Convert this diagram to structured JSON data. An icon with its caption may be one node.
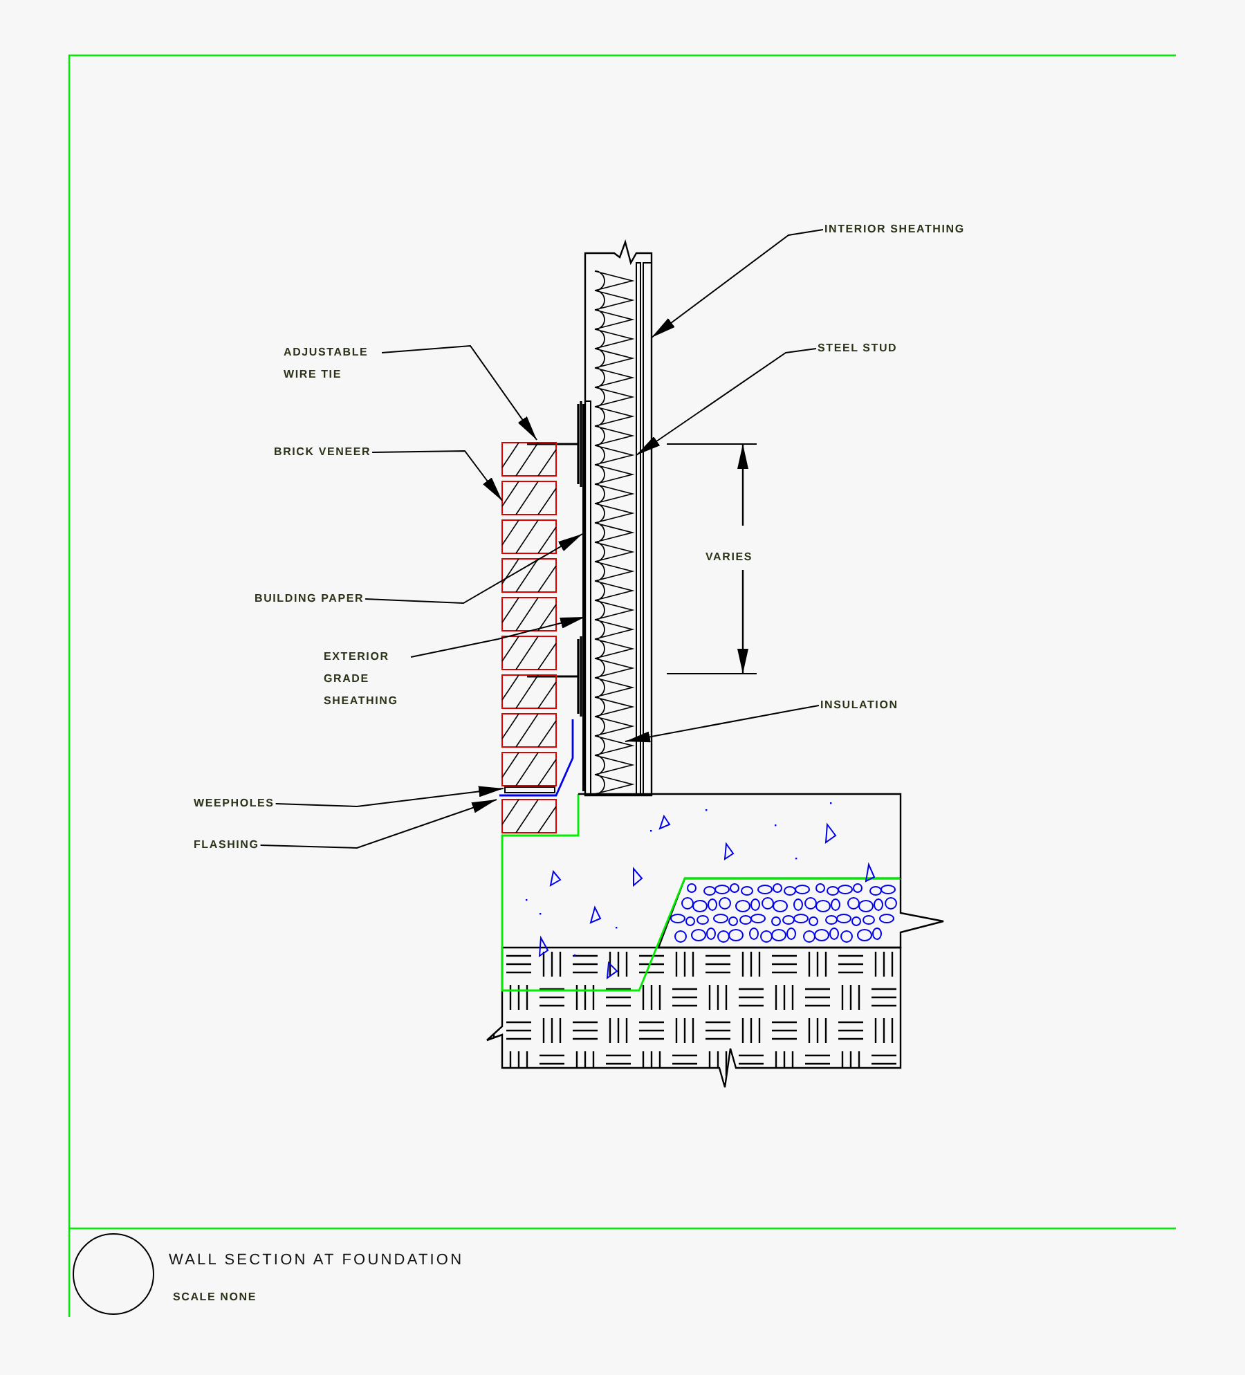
{
  "diagram": {
    "title": "WALL SECTION AT FOUNDATION",
    "nodes": [
      {
        "text": [
          "ADJUSTABLE WIRE TIE"
        ]
      },
      {
        "text": [
          "BRICK VENEER"
        ]
      },
      {
        "text": [
          "BUILDING PAPER"
        ]
      },
      {
        "text": [
          "EXTERIOR GRADE SHEATHING"
        ]
      },
      {
        "text": [
          "WEEPHOLES"
        ]
      },
      {
        "text": [
          "FLASHING"
        ]
      },
      {
        "text": [
          "INTERIOR SHEATHING"
        ]
      },
      {
        "text": [
          "STEEL STUD"
        ]
      },
      {
        "text": [
          "INSULATION"
        ]
      },
      {
        "text": [],
        "shape": "bar"
      },
      {
        "text": [],
        "shape": "box"
      },
      {
        "text": [],
        "shape": "bar"
      },
      {
        "text": [],
        "shape": "bar"
      },
      {
        "text": [],
        "shape": "bar"
      },
      {
        "text": [],
        "shape": "bar"
      },
      {
        "text": [],
        "shape": "bar"
      },
      {
        "text": [],
        "shape": "bar"
      },
      {
        "text": [],
        "shape": "bar"
      }
    ],
    "edges": [
      {
        "from": 0,
        "to": 9,
        "arrow": "to"
      },
      {
        "from": 1,
        "to": 10,
        "arrow": "to"
      },
      {
        "from": 2,
        "to": 11,
        "arrow": "to"
      },
      {
        "from": 3,
        "to": 12,
        "arrow": "to"
      },
      {
        "from": 4,
        "to": 13,
        "arrow": "to"
      },
      {
        "from": 5,
        "to": 14,
        "arrow": "to"
      },
      {
        "from": 6,
        "to": 15,
        "arrow": "to"
      },
      {
        "from": 7,
        "to": 16,
        "arrow": "to"
      },
      {
        "from": 8,
        "to": 17,
        "arrow": "to"
      }
    ],
    "labels": [
      "VARIES",
      "SCALE NONE"
    ]
  }
}
